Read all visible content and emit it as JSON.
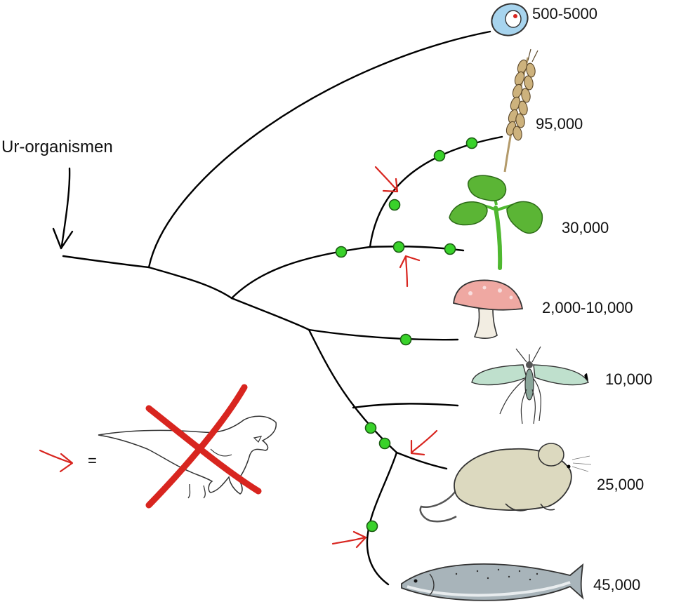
{
  "root_label": "Ur-organismen",
  "organisms": [
    {
      "name": "amoeba",
      "count": "500-5000"
    },
    {
      "name": "wheat",
      "count": "95,000"
    },
    {
      "name": "bean-plant",
      "count": "30,000"
    },
    {
      "name": "mushroom",
      "count": "2,000-10,000"
    },
    {
      "name": "mosquito",
      "count": "10,000"
    },
    {
      "name": "mouse",
      "count": "25,000"
    },
    {
      "name": "salmon",
      "count": "45,000"
    }
  ],
  "legend": {
    "equals": "=",
    "meaning_icon": "crossed-out-dinosaur-icon"
  },
  "colors": {
    "branch": "#000000",
    "node": "#39d22a",
    "arrow": "#d8251f"
  }
}
